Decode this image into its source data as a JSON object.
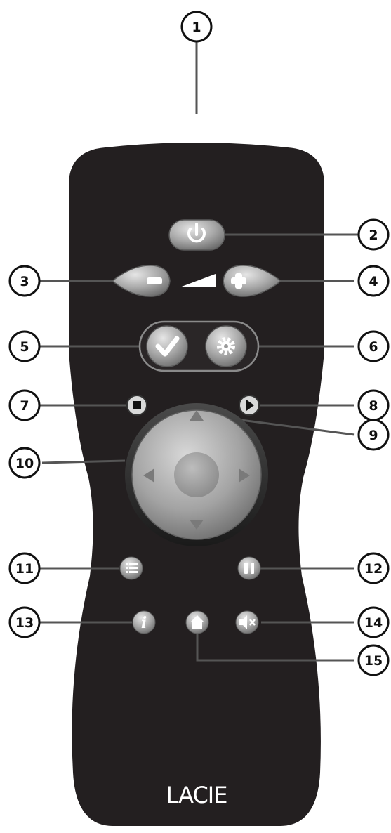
{
  "brand": "LACIE",
  "colors": {
    "remote_body": "#231f20",
    "callout_line": "#555555",
    "button_light": "#d9d9d9",
    "button_dark": "#7a7a7a"
  },
  "callouts": [
    "1",
    "2",
    "3",
    "4",
    "5",
    "6",
    "7",
    "8",
    "9",
    "10",
    "11",
    "12",
    "13",
    "14",
    "15"
  ],
  "buttons": [
    {
      "id": "power",
      "icon": "power-icon"
    },
    {
      "id": "volume-down",
      "icon": "minus-icon"
    },
    {
      "id": "volume-up",
      "icon": "plus-icon"
    },
    {
      "id": "confirm",
      "icon": "check-icon"
    },
    {
      "id": "settings",
      "icon": "gear-icon"
    },
    {
      "id": "stop",
      "icon": "stop-icon"
    },
    {
      "id": "play",
      "icon": "play-icon"
    },
    {
      "id": "dpad-up",
      "icon": "triangle-up-icon"
    },
    {
      "id": "dpad-pad",
      "icon": "navigation-pad"
    },
    {
      "id": "menu",
      "icon": "list-icon"
    },
    {
      "id": "pause",
      "icon": "pause-icon"
    },
    {
      "id": "info",
      "icon": "info-icon"
    },
    {
      "id": "home",
      "icon": "home-icon"
    },
    {
      "id": "mute",
      "icon": "mute-icon"
    }
  ]
}
